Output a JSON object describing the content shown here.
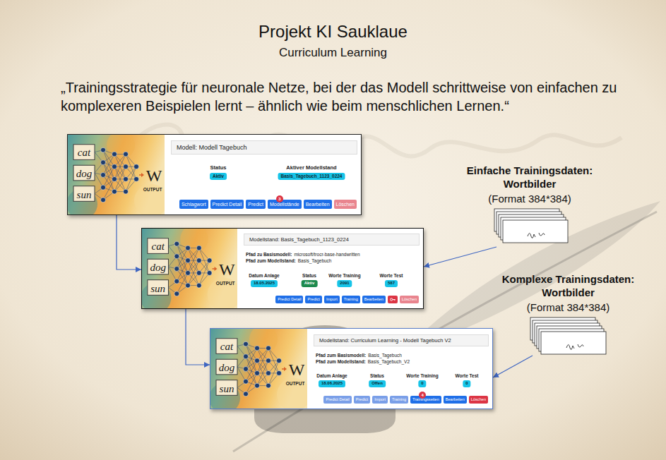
{
  "diagram": {
    "title": "Projekt KI Sauklaue",
    "nodes": [
      {
        "text": [
          "Modell: Modell Tagebuch",
          "Status",
          "Aktiver Modellstand"
        ]
      },
      {
        "text": [
          "Aktiv"
        ],
        "in": 0
      },
      {
        "text": [
          "Basis_Tagebuch_1123_0224"
        ],
        "in": 0
      },
      {
        "text": [
          "Schlagwort"
        ],
        "in": 0
      },
      {
        "text": [
          "Predict Detail"
        ],
        "in": 0
      },
      {
        "text": [
          "Predict"
        ],
        "in": 0
      },
      {
        "text": [
          "Modellstände"
        ],
        "in": 0
      },
      {
        "text": [
          "3"
        ],
        "in": 6
      },
      {
        "text": [
          "Bearbeiten"
        ],
        "in": 0
      },
      {
        "text": [
          "Löschen"
        ],
        "in": 0
      },
      {
        "text": [
          "Modellstand: Basis_Tagebuch_1123_0224",
          "Pfad zu Basismodell:",
          "microsoft/trocr-base-handwritten",
          "Pfad zum Modellstand:",
          "Basis_Tagebuch",
          "Datum Anlage",
          "Status",
          "Worte Training",
          "Worte Test"
        ]
      },
      {
        "text": [
          "18.05.2025"
        ],
        "in": 10
      },
      {
        "text": [
          "Aktiv"
        ],
        "in": 10
      },
      {
        "text": [
          "2091"
        ],
        "in": 10
      },
      {
        "text": [
          "587"
        ],
        "in": 10
      },
      {
        "text": [
          "Predict Detail"
        ],
        "in": 10
      },
      {
        "text": [
          "Predict"
        ],
        "in": 10
      },
      {
        "text": [
          "Import"
        ],
        "in": 10
      },
      {
        "text": [
          "Training"
        ],
        "in": 10
      },
      {
        "text": [
          "Bearbeiten"
        ],
        "in": 10
      },
      {
        "text": [
          "Löschen"
        ],
        "in": 10
      },
      {
        "text": [
          "Modellstand: Curriculum Learning - Modell Tagebuch V2",
          "Pfad zum Basismodell:",
          "Basis_Tagebuch",
          "Pfad zum Modellstand:",
          "Basis_Tagebuch_V2",
          "Datum Anlage",
          "Status",
          "Worte Training",
          "Worte Test"
        ]
      },
      {
        "text": [
          "18.06.2025"
        ],
        "in": 21
      },
      {
        "text": [
          "Offen"
        ],
        "in": 21
      },
      {
        "text": [
          "0"
        ],
        "in": 21
      },
      {
        "text": [
          "0"
        ],
        "in": 21
      },
      {
        "text": [
          "Predict Detail"
        ],
        "in": 21
      },
      {
        "text": [
          "Predict"
        ],
        "in": 21
      },
      {
        "text": [
          "Import"
        ],
        "in": 21
      },
      {
        "text": [
          "Training"
        ],
        "in": 21
      },
      {
        "text": [
          "Trainingsseiten"
        ],
        "in": 21
      },
      {
        "text": [
          "4"
        ],
        "in": 30
      },
      {
        "text": [
          "Bearbeiten"
        ],
        "in": 21
      },
      {
        "text": [
          "Löschen"
        ],
        "in": 21
      },
      {
        "text": [
          "Einfache Trainingsdaten: Wortbilder",
          "(Format 384*384)"
        ]
      },
      {
        "text": [
          "Komplexe Trainingsdaten: Wortbilder",
          "(Format 384*384)"
        ]
      }
    ],
    "edges": [
      {
        "from": 0,
        "to": 10,
        "arrow": "to"
      },
      {
        "from": 10,
        "to": 21,
        "arrow": "to"
      },
      {
        "from": 34,
        "to": 10,
        "arrow": "to"
      },
      {
        "from": 35,
        "to": 21,
        "arrow": "to"
      }
    ],
    "labels": [
      "Curriculum Learning",
      "„Trainingsstrategie für neuronale Netze, bei der das Modell schrittweise von einfachen zu komplexeren Beispielen lernt – ähnlich wie beim menschlichen Lernen.“",
      "cat",
      "dog",
      "sun",
      "W",
      "OUTPUT",
      "cat",
      "dog",
      "sun",
      "W",
      "OUTPUT",
      "cat",
      "dog",
      "sun",
      "W",
      "OUTPUT"
    ]
  }
}
